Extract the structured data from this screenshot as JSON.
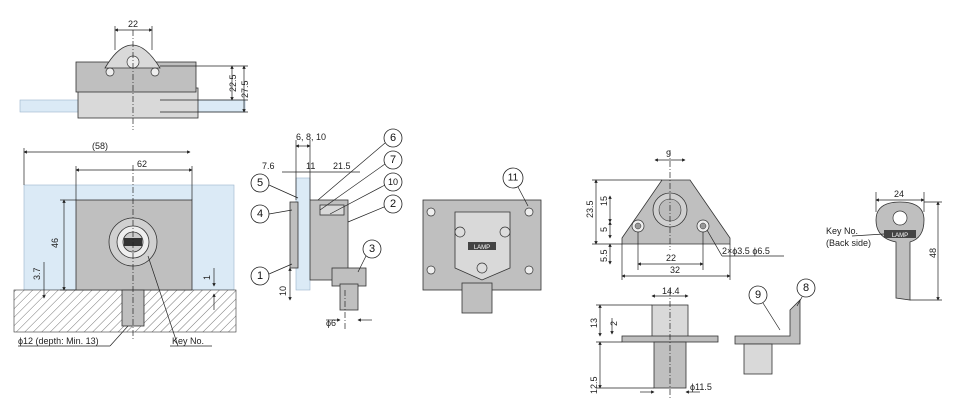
{
  "top_view": {
    "width_22": "22",
    "h_22_5": "22.5",
    "h_27_5": "27.5"
  },
  "front_view": {
    "dim_58": "(58)",
    "dim_62": "62",
    "dim_46": "46",
    "dim_3_7": "3.7",
    "dim_1": "1",
    "hole_note": "ϕ12 (depth: Min. 13)",
    "key_note": "Key No."
  },
  "side_view": {
    "dims_top": "6, 8, 10",
    "dim_7_6": "7.6",
    "dim_11": "11",
    "dim_21_5": "21.5",
    "dim_10": "10",
    "dim_phi6": "ϕ6",
    "callouts": [
      "1",
      "2",
      "3",
      "4",
      "5",
      "6",
      "7",
      "10"
    ]
  },
  "rear_view": {
    "callout": "11",
    "plate_text": "LAMP"
  },
  "strike_view": {
    "dim_9": "9",
    "dim_23_5": "23.5",
    "dim_15": "15",
    "dim_5": "5",
    "dim_5_5": "5.5",
    "dim_22": "22",
    "dim_32": "32",
    "hole_note": "2×ϕ3.5  ϕ6.5"
  },
  "strike_side": {
    "dim_14_4": "14.4",
    "dim_13": "13",
    "dim_2": "2",
    "dim_12_5": "12.5",
    "dim_phi11_5": "ϕ11.5"
  },
  "bracket": {
    "callouts": [
      "9",
      "8"
    ]
  },
  "key": {
    "dim_24": "24",
    "dim_48": "48",
    "label_line1": "Key No.",
    "label_line2": "(Back side)",
    "brand": "LAMP"
  }
}
